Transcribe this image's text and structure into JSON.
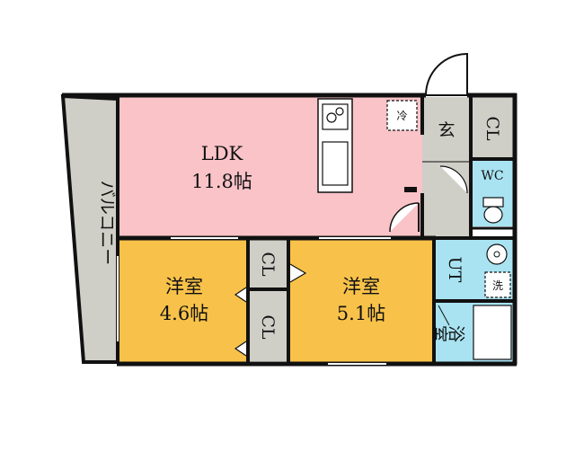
{
  "rooms": {
    "ldk": {
      "name": "LDK",
      "size": "11.8帖"
    },
    "western_left": {
      "name": "洋室",
      "size": "4.6帖"
    },
    "western_right": {
      "name": "洋室",
      "size": "5.1帖"
    },
    "balcony": {
      "name": "バルコニー"
    },
    "entrance": {
      "name": "玄"
    },
    "wc": {
      "name": "WC"
    },
    "utility": {
      "name": "UT"
    },
    "bath": {
      "name": "浴室"
    }
  },
  "closets": {
    "entrance_cl": "CL",
    "middle_cl_top": "CL",
    "middle_cl_bottom": "CL"
  },
  "appliances": {
    "fridge": "冷",
    "washer": "洗"
  },
  "colors": {
    "ldk": "#f9c3c8",
    "western": "#f8c24a",
    "balcony": "#cfcfc8",
    "storage": "#cfcfc8",
    "wet_area": "#a9e3f2",
    "wall": "#111111"
  }
}
